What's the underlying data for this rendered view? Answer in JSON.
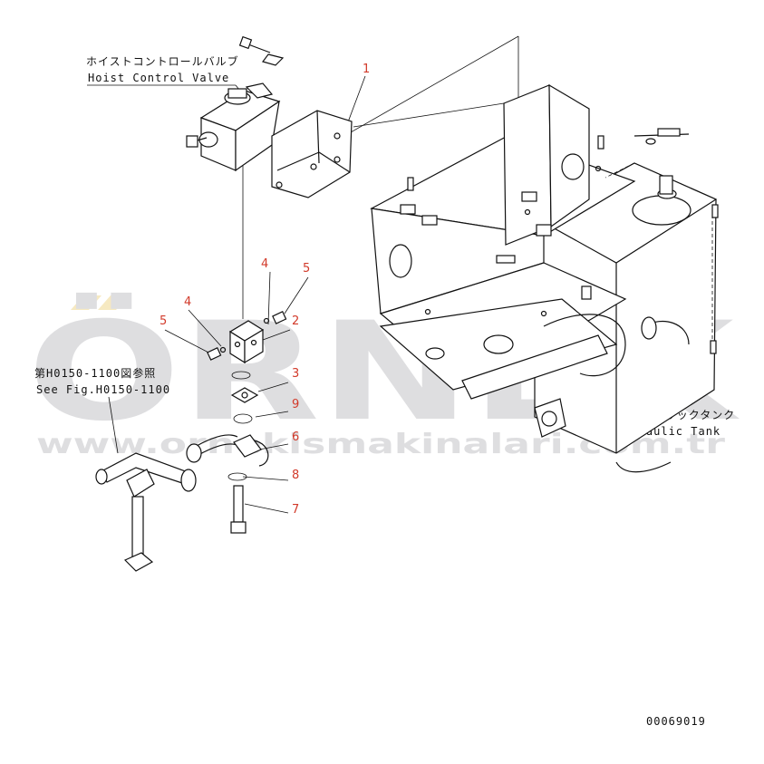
{
  "labels": {
    "hoist_jp": "ホイストコントロールバルブ",
    "hoist_en": "Hoist Control Valve",
    "see_fig_jp": "第H0150-1100図参照",
    "see_fig_en": "See Fig.H0150-1100",
    "tank_jp": "ハイドロリックタンク",
    "tank_en": "Hydraulic Tank",
    "drawing_no": "00069019"
  },
  "callouts": [
    "1",
    "2",
    "3",
    "4",
    "4",
    "5",
    "5",
    "6",
    "7",
    "8",
    "9"
  ],
  "watermark": {
    "brand": "ÖRNEK",
    "url": "www.ornekismakinalari.com.tr",
    "color": "#c8c8cc",
    "accent": "#f0e0a0"
  },
  "colors": {
    "line": "#111111",
    "callout": "#d23a2a"
  }
}
